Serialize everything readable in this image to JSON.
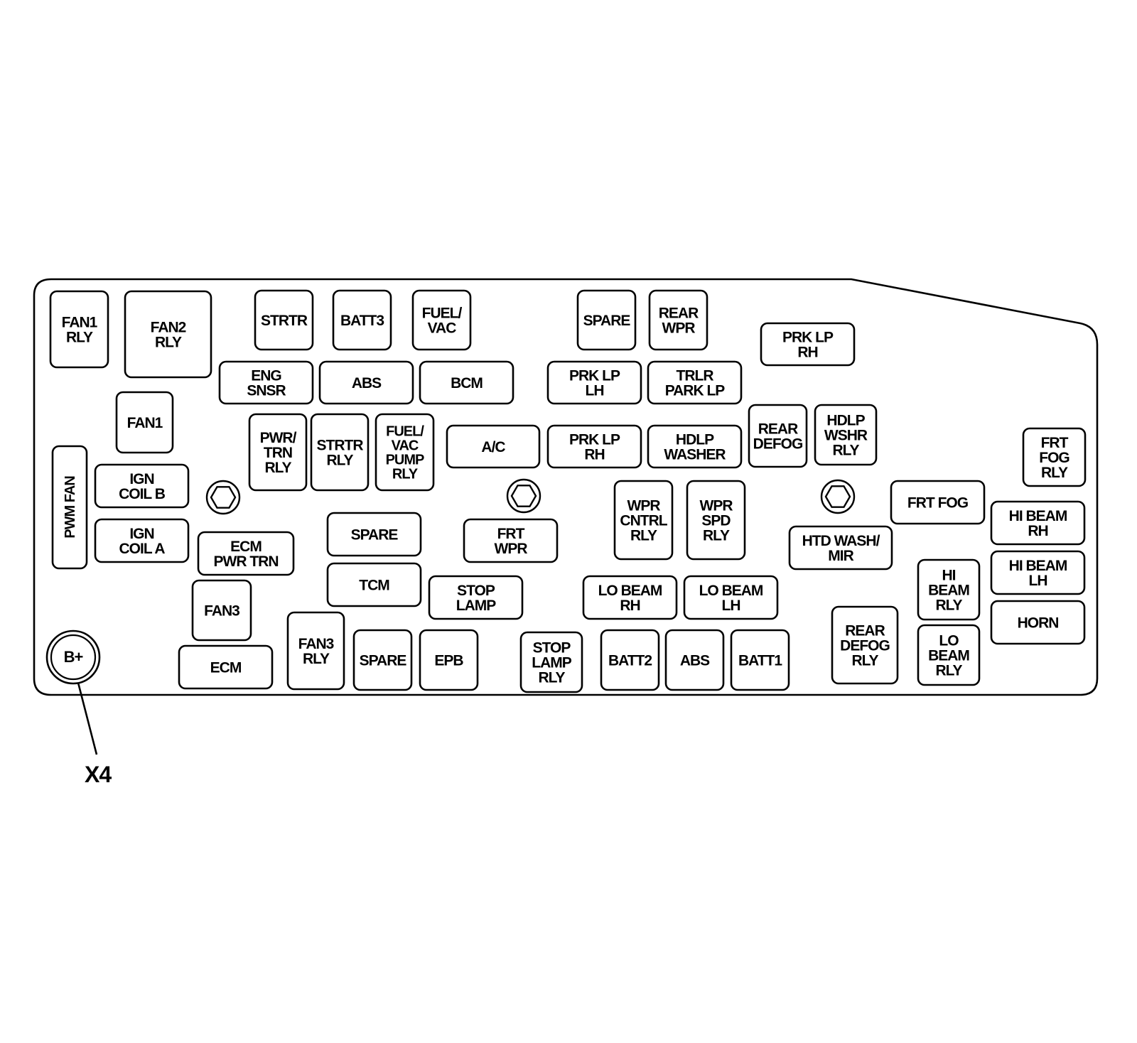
{
  "diagram": {
    "terminal": {
      "label": "B+"
    },
    "callout": {
      "label": "X4"
    },
    "components": [
      {
        "id": "fan1-rly",
        "lines": [
          "FAN1",
          "RLY"
        ]
      },
      {
        "id": "fan2-rly",
        "lines": [
          "FAN2",
          "RLY"
        ]
      },
      {
        "id": "strtr",
        "lines": [
          "STRTR"
        ]
      },
      {
        "id": "batt3",
        "lines": [
          "BATT3"
        ]
      },
      {
        "id": "fuel-vac",
        "lines": [
          "FUEL/",
          "VAC"
        ]
      },
      {
        "id": "spare-top",
        "lines": [
          "SPARE"
        ]
      },
      {
        "id": "rear-wpr",
        "lines": [
          "REAR",
          "WPR"
        ]
      },
      {
        "id": "prk-lp-rh-top",
        "lines": [
          "PRK LP",
          "RH"
        ]
      },
      {
        "id": "eng-snsr",
        "lines": [
          "ENG",
          "SNSR"
        ]
      },
      {
        "id": "abs-top",
        "lines": [
          "ABS"
        ]
      },
      {
        "id": "bcm",
        "lines": [
          "BCM"
        ]
      },
      {
        "id": "prk-lp-lh",
        "lines": [
          "PRK LP",
          "LH"
        ]
      },
      {
        "id": "trlr-park-lp",
        "lines": [
          "TRLR",
          "PARK LP"
        ]
      },
      {
        "id": "fan1",
        "lines": [
          "FAN1"
        ]
      },
      {
        "id": "pwr-trn-rly",
        "lines": [
          "PWR/",
          "TRN",
          "RLY"
        ]
      },
      {
        "id": "strtr-rly",
        "lines": [
          "STRTR",
          "RLY"
        ]
      },
      {
        "id": "fuel-vac-pump-rly",
        "lines": [
          "FUEL/",
          "VAC",
          "PUMP",
          "RLY"
        ]
      },
      {
        "id": "a-c",
        "lines": [
          "A/C"
        ]
      },
      {
        "id": "prk-lp-rh-mid",
        "lines": [
          "PRK LP",
          "RH"
        ]
      },
      {
        "id": "hdlp-washer",
        "lines": [
          "HDLP",
          "WASHER"
        ]
      },
      {
        "id": "rear-defog",
        "lines": [
          "REAR",
          "DEFOG"
        ]
      },
      {
        "id": "hdlp-wshr-rly",
        "lines": [
          "HDLP",
          "WSHR",
          "RLY"
        ]
      },
      {
        "id": "frt-fog-rly",
        "lines": [
          "FRT",
          "FOG",
          "RLY"
        ]
      },
      {
        "id": "pwm-fan",
        "lines": [
          "PWM FAN"
        ]
      },
      {
        "id": "ign-coil-b",
        "lines": [
          "IGN",
          "COIL B"
        ]
      },
      {
        "id": "ign-coil-a",
        "lines": [
          "IGN",
          "COIL A"
        ]
      },
      {
        "id": "ecm-pwr-trn",
        "lines": [
          "ECM",
          "PWR TRN"
        ]
      },
      {
        "id": "spare-mid",
        "lines": [
          "SPARE"
        ]
      },
      {
        "id": "frt-wpr",
        "lines": [
          "FRT",
          "WPR"
        ]
      },
      {
        "id": "wpr-cntrl-rly",
        "lines": [
          "WPR",
          "CNTRL",
          "RLY"
        ]
      },
      {
        "id": "wpr-spd-rly",
        "lines": [
          "WPR",
          "SPD",
          "RLY"
        ]
      },
      {
        "id": "frt-fog",
        "lines": [
          "FRT FOG"
        ]
      },
      {
        "id": "hi-beam-rh",
        "lines": [
          "HI BEAM",
          "RH"
        ]
      },
      {
        "id": "htd-wash-mir",
        "lines": [
          "HTD WASH/",
          "MIR"
        ]
      },
      {
        "id": "tcm",
        "lines": [
          "TCM"
        ]
      },
      {
        "id": "stop-lamp",
        "lines": [
          "STOP",
          "LAMP"
        ]
      },
      {
        "id": "lo-beam-rh",
        "lines": [
          "LO BEAM",
          "RH"
        ]
      },
      {
        "id": "lo-beam-lh",
        "lines": [
          "LO BEAM",
          "LH"
        ]
      },
      {
        "id": "hi-beam-lh",
        "lines": [
          "HI BEAM",
          "LH"
        ]
      },
      {
        "id": "hi-beam-rly",
        "lines": [
          "HI",
          "BEAM",
          "RLY"
        ]
      },
      {
        "id": "fan3",
        "lines": [
          "FAN3"
        ]
      },
      {
        "id": "horn",
        "lines": [
          "HORN"
        ]
      },
      {
        "id": "ecm",
        "lines": [
          "ECM"
        ]
      },
      {
        "id": "fan3-rly",
        "lines": [
          "FAN3",
          "RLY"
        ]
      },
      {
        "id": "spare-bottom",
        "lines": [
          "SPARE"
        ]
      },
      {
        "id": "epb",
        "lines": [
          "EPB"
        ]
      },
      {
        "id": "stop-lamp-rly",
        "lines": [
          "STOP",
          "LAMP",
          "RLY"
        ]
      },
      {
        "id": "batt2",
        "lines": [
          "BATT2"
        ]
      },
      {
        "id": "abs-bottom",
        "lines": [
          "ABS"
        ]
      },
      {
        "id": "batt1",
        "lines": [
          "BATT1"
        ]
      },
      {
        "id": "rear-defog-rly",
        "lines": [
          "REAR",
          "DEFOG",
          "RLY"
        ]
      },
      {
        "id": "lo-beam-rly",
        "lines": [
          "LO",
          "BEAM",
          "RLY"
        ]
      }
    ]
  }
}
